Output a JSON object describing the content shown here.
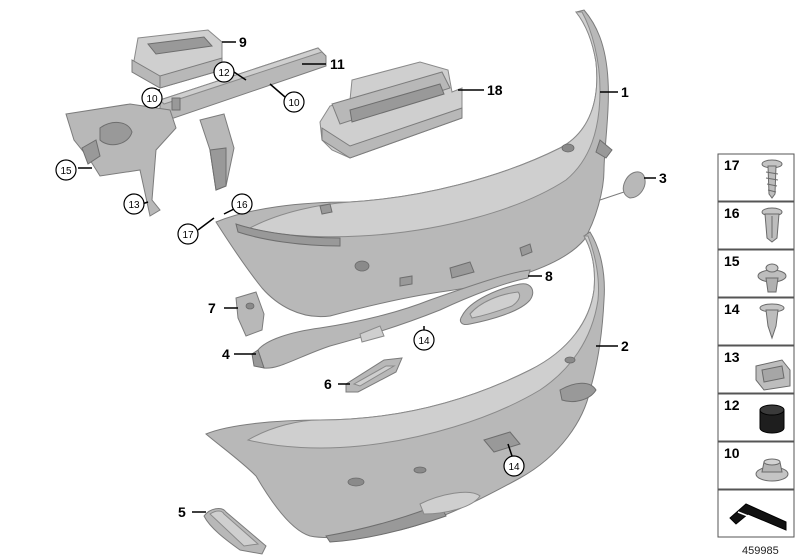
{
  "callouts": {
    "p1": "1",
    "p2": "2",
    "p3": "3",
    "p4": "4",
    "p5": "5",
    "p6": "6",
    "p7": "7",
    "p8": "8",
    "p9": "9",
    "p10a": "10",
    "p10b": "10",
    "p11": "11",
    "p12": "12",
    "p13": "13",
    "p14a": "14",
    "p14b": "14",
    "p15": "15",
    "p16": "16",
    "p17": "17",
    "p18": "18"
  },
  "legend": [
    {
      "label": "17",
      "icon": "screw-icon"
    },
    {
      "label": "16",
      "icon": "expanding-rivet-icon"
    },
    {
      "label": "15",
      "icon": "push-clip-icon"
    },
    {
      "label": "14",
      "icon": "rivet-icon"
    },
    {
      "label": "13",
      "icon": "clip-nut-icon"
    },
    {
      "label": "12",
      "icon": "rubber-buffer-icon"
    },
    {
      "label": "10",
      "icon": "nut-icon"
    },
    {
      "label": "",
      "icon": "symbol-arrow-icon"
    }
  ],
  "document_number": "459985"
}
